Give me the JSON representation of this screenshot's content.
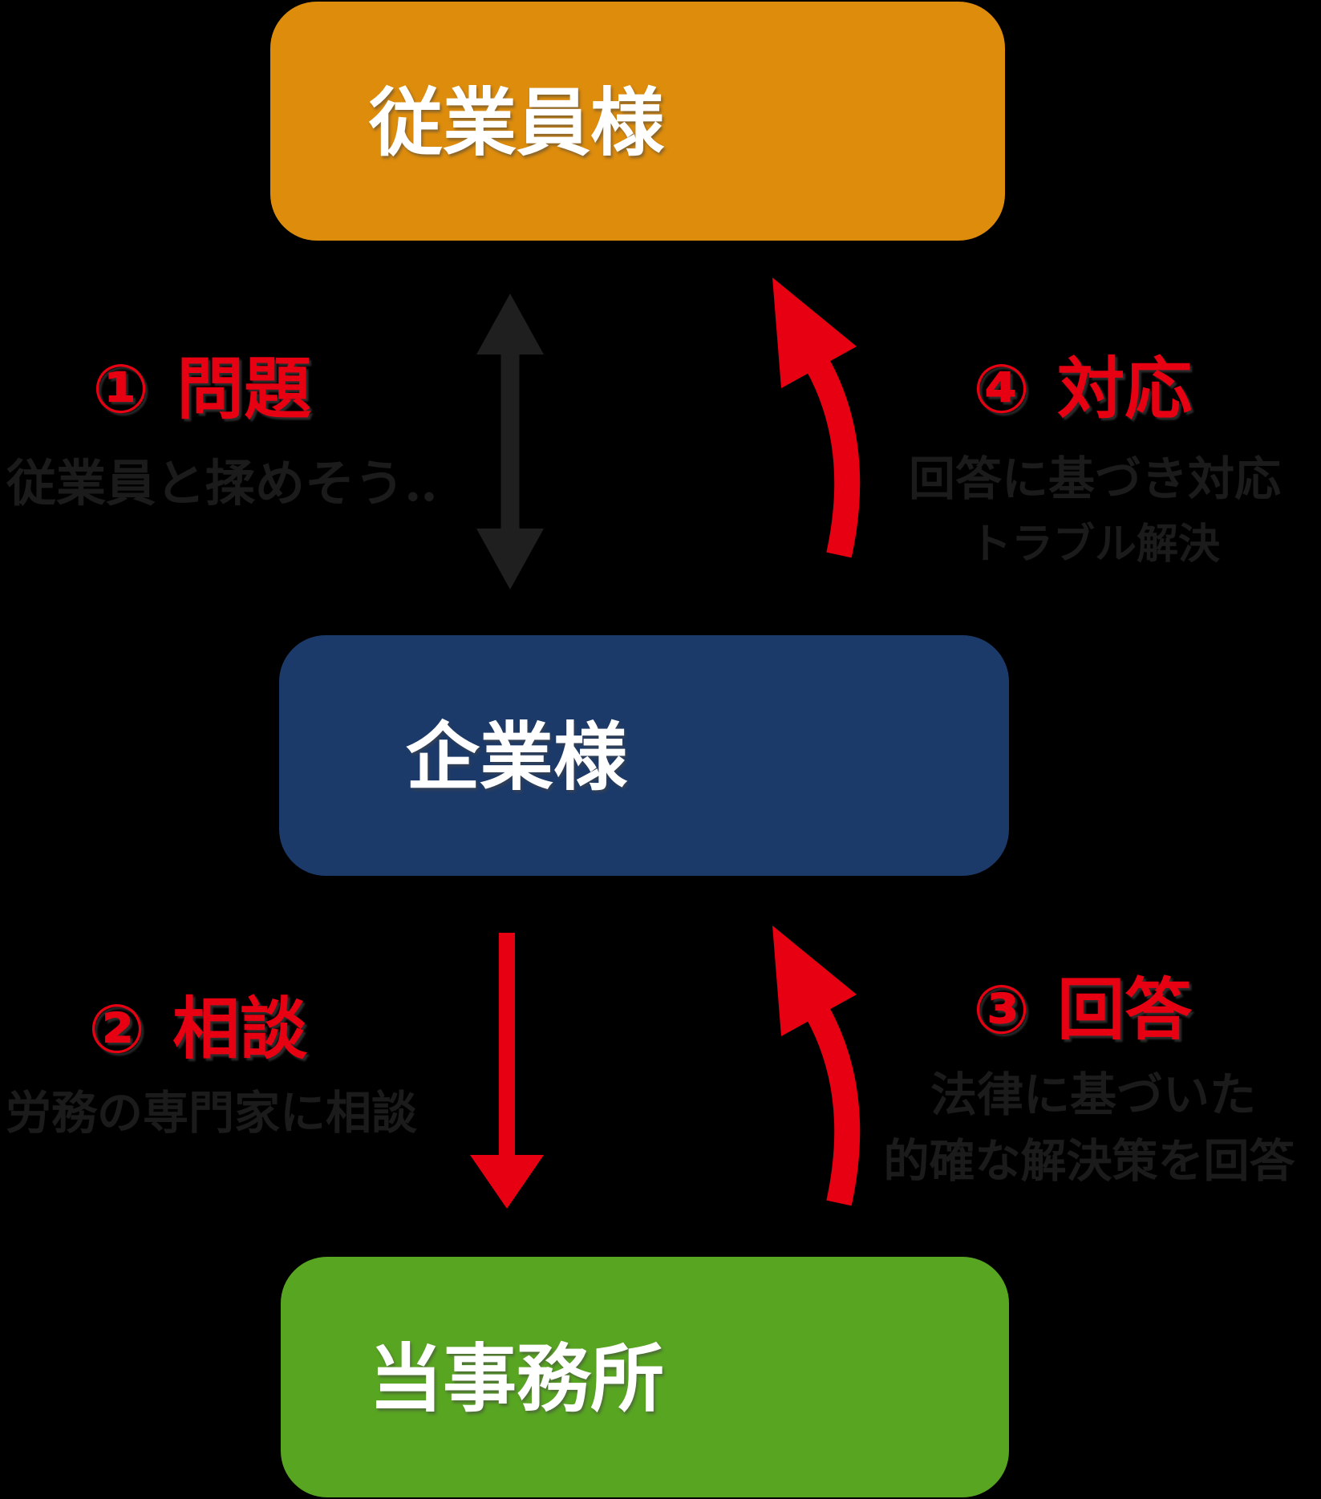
{
  "diagram": {
    "title_hint": "labor-consultation-flow",
    "nodes": {
      "employees": {
        "label": "従業員様",
        "color": "#dd8c0c"
      },
      "company": {
        "label": "企業様",
        "color": "#1c3a69"
      },
      "office": {
        "label": "当事務所",
        "color": "#58a522"
      }
    },
    "steps": {
      "step1": {
        "number": "①",
        "title": "問題",
        "desc": "従業員と揉めそう‥"
      },
      "step2": {
        "number": "②",
        "title": "相談",
        "desc": "労務の専門家に相談"
      },
      "step3": {
        "number": "③",
        "title": "回答",
        "desc_line1": "法律に基づいた",
        "desc_line2": "的確な解決策を回答"
      },
      "step4": {
        "number": "④",
        "title": "対応",
        "desc_line1": "回答に基づき対応",
        "desc_line2": "トラブル解決"
      }
    },
    "arrows": {
      "employees_company": {
        "type": "double-headed",
        "color": "#1f1f1f"
      },
      "company_office_down": {
        "type": "straight-down",
        "color": "#e60012"
      },
      "office_company_up": {
        "type": "curved-up",
        "color": "#e60012"
      },
      "company_employees_up": {
        "type": "curved-up",
        "color": "#e60012"
      }
    },
    "colors": {
      "background": "#000000",
      "step_accent": "#e60012",
      "description_text": "#1b1b1b",
      "black_arrow": "#1f1f1f",
      "node_text": "#ffffff"
    }
  }
}
